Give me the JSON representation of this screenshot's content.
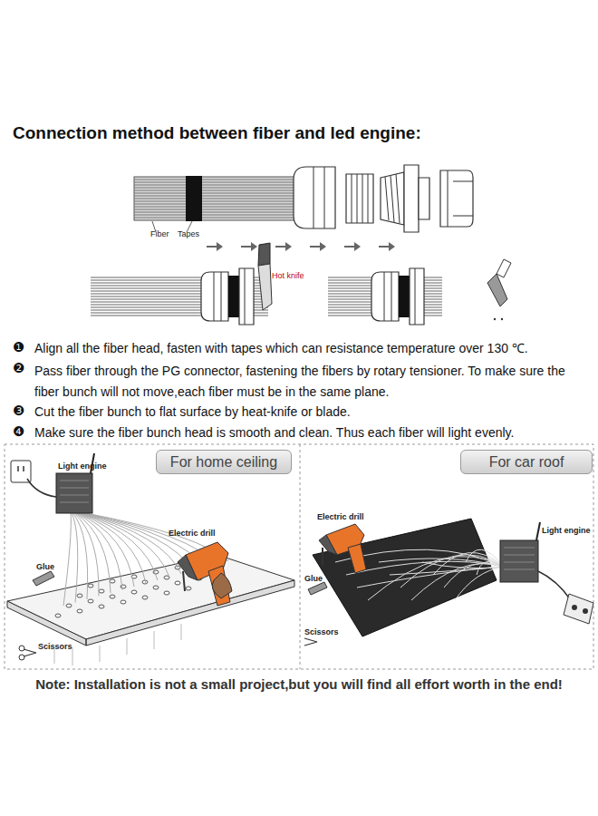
{
  "diagram": {
    "title": "Connection method between fiber and led engine:",
    "caption": "Note: Installation is not a small project,but you will find all effort worth in the end!",
    "nodes": [
      {
        "text": [
          "For home ceiling"
        ]
      },
      {
        "text": [
          "For car roof"
        ]
      }
    ],
    "labels": [
      "Fiber",
      "Tapes",
      "Hot knife",
      "❶",
      "Align all the fiber head, fasten with tapes which can resistance temperature over 130 ℃.",
      "❷",
      "Pass fiber through the PG connector, fastening the fibers by rotary tensioner. To make sure the fiber bunch will not move,each fiber must be in the same plane.",
      "❸",
      "Cut the fiber bunch to flat surface by heat-knife or blade.",
      "❹",
      "Make sure the fiber bunch head is smooth and clean. Thus each fiber will light evenly.",
      "Light engine",
      "Electric drill",
      "Glue",
      "Scissors",
      "Electric drill",
      "Glue",
      "Scissors",
      "Light engine"
    ]
  }
}
